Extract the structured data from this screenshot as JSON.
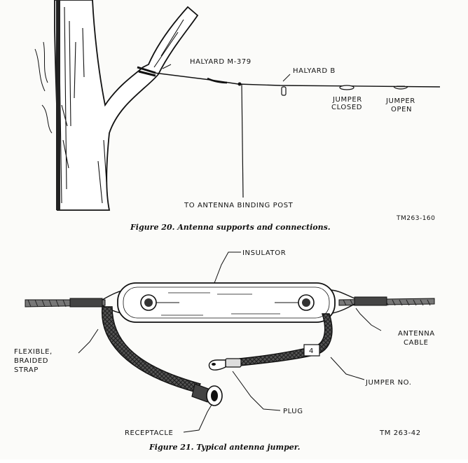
{
  "figure20": {
    "labels": {
      "halyard_m379": "HALYARD M-379",
      "halyard_b": "HALYARD B",
      "jumper_closed_1": "JUMPER",
      "jumper_closed_2": "CLOSED",
      "jumper_open_1": "JUMPER",
      "jumper_open_2": "OPEN",
      "binding_post": "TO ANTENNA BINDING POST",
      "tm_number": "TM263-160"
    },
    "caption": "Figure 20. Antenna supports and connections."
  },
  "figure21": {
    "labels": {
      "insulator": "INSULATOR",
      "strap_1": "FLEXIBLE,",
      "strap_2": "BRAIDED",
      "strap_3": "STRAP",
      "antenna_cable_1": "ANTENNA",
      "antenna_cable_2": "CABLE",
      "jumper_no": "JUMPER NO.",
      "jumper_tag": "4",
      "plug": "PLUG",
      "receptacle": "RECEPTACLE",
      "tm_number": "TM 263-42"
    },
    "caption": "Figure 21. Typical antenna jumper."
  }
}
